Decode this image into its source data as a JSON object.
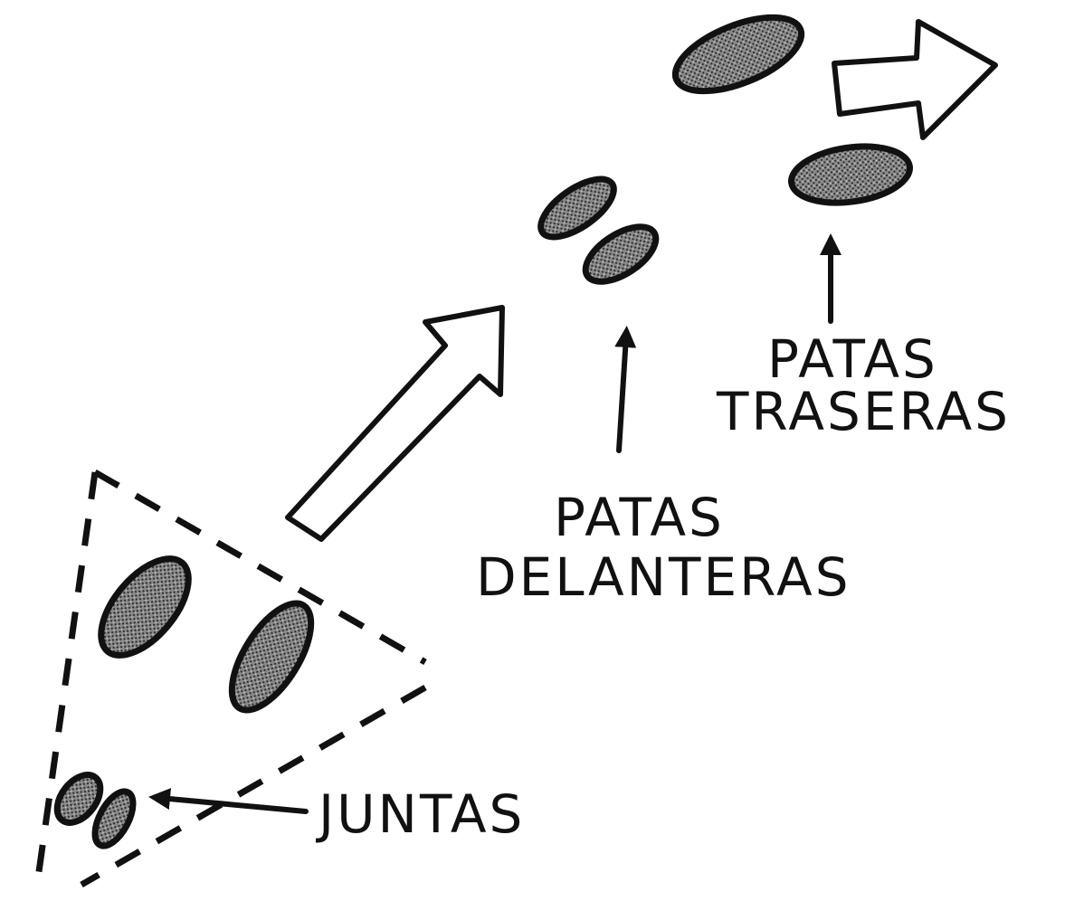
{
  "labels": {
    "hind_line1": "PATAS",
    "hind_line2": "TRASERAS",
    "front_line1": "PATAS",
    "front_line2": "DELANTERAS",
    "joined": "JUNTAS"
  },
  "colors": {
    "ink": "#111111",
    "background": "#ffffff",
    "stipple": "#7a7a7a"
  }
}
